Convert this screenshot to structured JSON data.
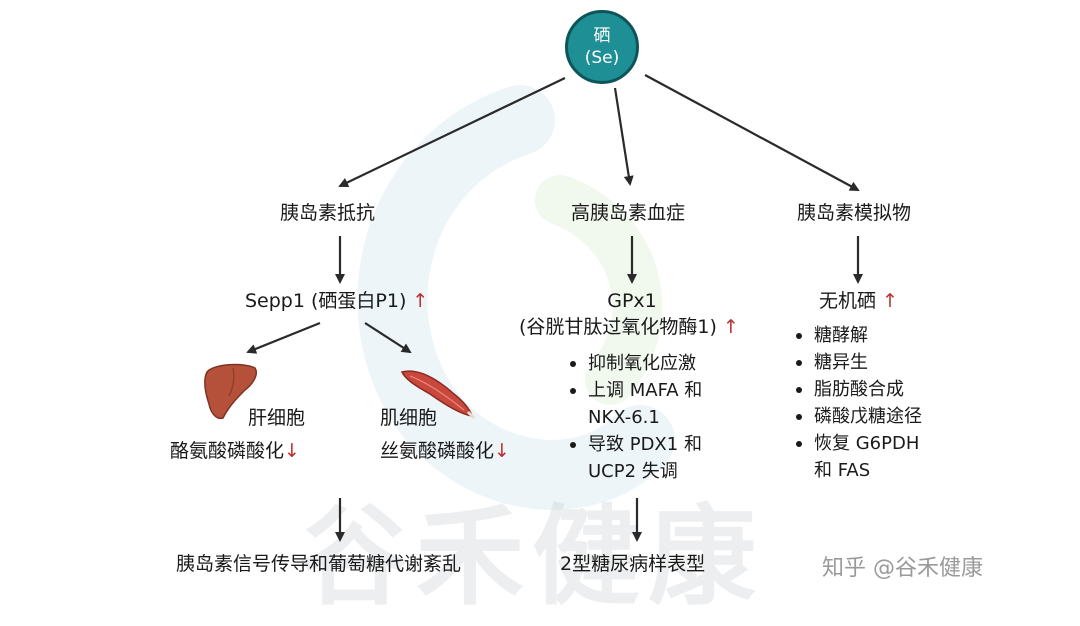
{
  "root": {
    "line1": "硒",
    "line2": "(Se)"
  },
  "branches": {
    "left": {
      "title": "胰岛素抵抗",
      "protein_name": "Sepp1 (硒蛋白P1)",
      "protein_arrow": "↑",
      "liver": {
        "organ": "肝细胞",
        "effect": "酪氨酸磷酸化",
        "arrow": "↓"
      },
      "muscle": {
        "organ": "肌细胞",
        "effect": "丝氨酸磷酸化",
        "arrow": "↓"
      },
      "outcome": "胰岛素信号传导和葡萄糖代谢紊乱"
    },
    "middle": {
      "title": "高胰岛素血症",
      "enzyme_line1": "GPx1",
      "enzyme_line2": "(谷胱甘肽过氧化物酶1)",
      "enzyme_arrow": "↑",
      "bullets": [
        "抑制氧化应激",
        "上调 MAFA 和",
        "NKX-6.1",
        "导致 PDX1 和",
        "UCP2 失调"
      ],
      "outcome": "2型糖尿病样表型"
    },
    "right": {
      "title": "胰岛素模拟物",
      "compound": "无机硒",
      "compound_arrow": "↑",
      "bullets": [
        "糖酵解",
        "糖异生",
        "脂肪酸合成",
        "磷酸戊糖途径",
        "恢复 G6PDH",
        "和 FAS"
      ]
    }
  },
  "watermark": {
    "big_text": "谷禾健康",
    "credit": "知乎 @谷禾健康"
  },
  "icons": {
    "liver": "liver-icon",
    "muscle": "muscle-icon"
  },
  "colors": {
    "root_fill": "#1e8f95",
    "up_down_arrow": "#b8312f",
    "liver": "#b5503a",
    "muscle": "#c9483d"
  }
}
